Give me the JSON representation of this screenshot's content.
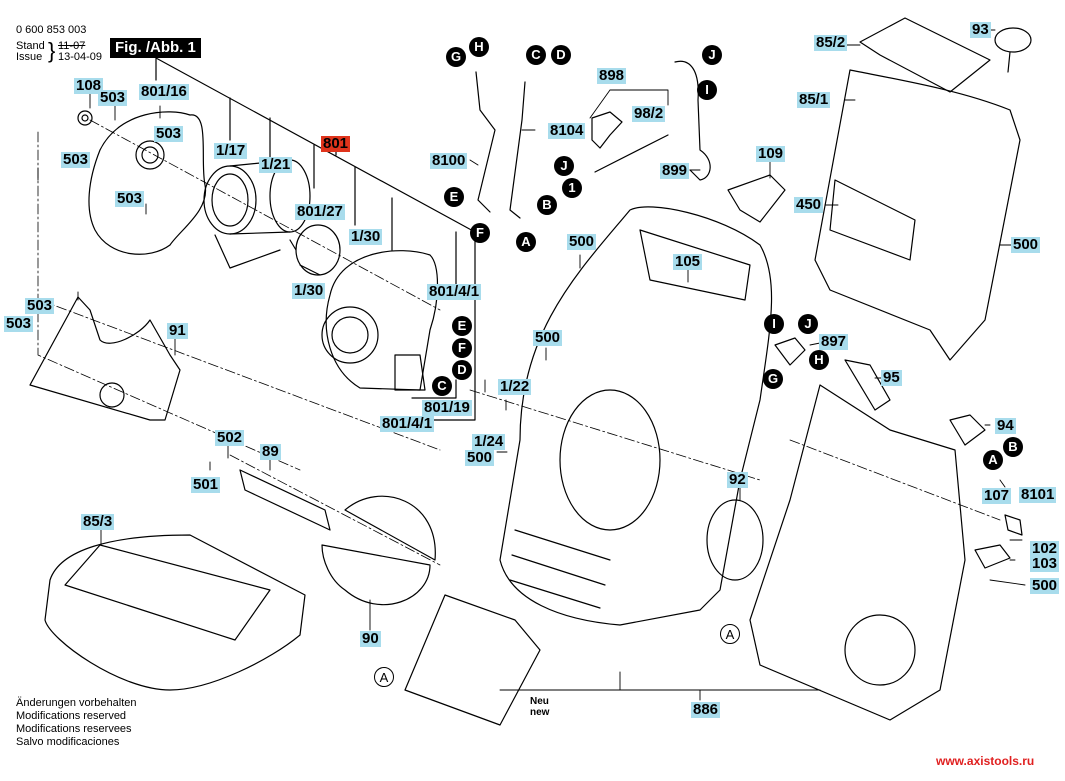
{
  "header": {
    "part_number": "0 600 853 003",
    "stand_label": "Stand",
    "issue_label": "Issue",
    "old_date": "11-07",
    "issue_date": "13-04-09",
    "figure_title": "Fig. /Abb. 1"
  },
  "notes": [
    "Änderungen vorbehalten",
    "Modifications reserved",
    "Modifications reservees",
    "Salvo modificaciones"
  ],
  "website": "www.axistools.ru",
  "new_note": [
    "Neu",
    "new"
  ],
  "highlight_color": "#a8dcec",
  "accent_color": "#e0341c",
  "part_labels": {
    "p108": "108",
    "p503a": "503",
    "p801_16": "801/16",
    "p503b": "503",
    "p503c": "503",
    "p503d": "503",
    "p1_17": "1/17",
    "p1_21": "1/21",
    "p801": "801",
    "p801_27": "801/27",
    "p1_30a": "1/30",
    "p1_30b": "1/30",
    "p801_4_1a": "801/4/1",
    "p801_19": "801/19",
    "p801_4_1b": "801/4/1",
    "p503e": "503",
    "p503f": "503",
    "p91": "91",
    "p502": "502",
    "p501": "501",
    "p89": "89",
    "p85_3": "85/3",
    "p90": "90",
    "p8100": "8100",
    "p8104": "8104",
    "p898": "898",
    "p98_2": "98/2",
    "p899": "899",
    "p109": "109",
    "p85_2": "85/2",
    "p93": "93",
    "p85_1": "85/1",
    "p450": "450",
    "p500a": "500",
    "p500b": "500",
    "p105": "105",
    "p500c": "500",
    "p1_22": "1/22",
    "p1_24": "1/24",
    "p500d": "500",
    "p897": "897",
    "p95": "95",
    "p94": "94",
    "p107": "107",
    "p8101": "8101",
    "p102": "102",
    "p103": "103",
    "p500e": "500",
    "p92": "92",
    "p886": "886"
  },
  "connectors": {
    "G1": "G",
    "H1": "H",
    "C1": "C",
    "D1": "D",
    "J1": "J",
    "I1": "I",
    "E1": "E",
    "F1": "F",
    "B1": "B",
    "A1": "A",
    "J2": "J",
    "one": "1",
    "E2": "E",
    "F2": "F",
    "D2": "D",
    "C2": "C",
    "I2": "I",
    "J3": "J",
    "H2": "H",
    "G2": "G",
    "A2": "A",
    "B2": "B",
    "A_ring1": "A",
    "A_ring2": "A"
  }
}
